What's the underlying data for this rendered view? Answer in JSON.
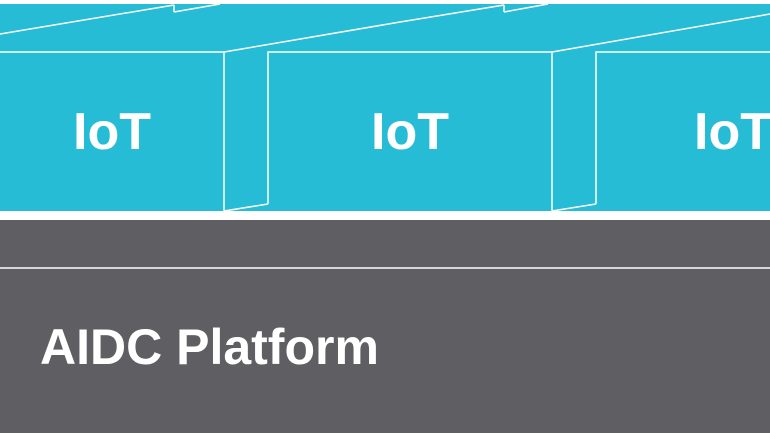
{
  "colors": {
    "iot": "#26bcd6",
    "platform": "#5f5f63",
    "line": "#ffffff"
  },
  "iot_boxes": [
    {
      "label": "IoT"
    },
    {
      "label": "IoT"
    },
    {
      "label": "IoT"
    }
  ],
  "platform": {
    "label": "AIDC Platform"
  }
}
